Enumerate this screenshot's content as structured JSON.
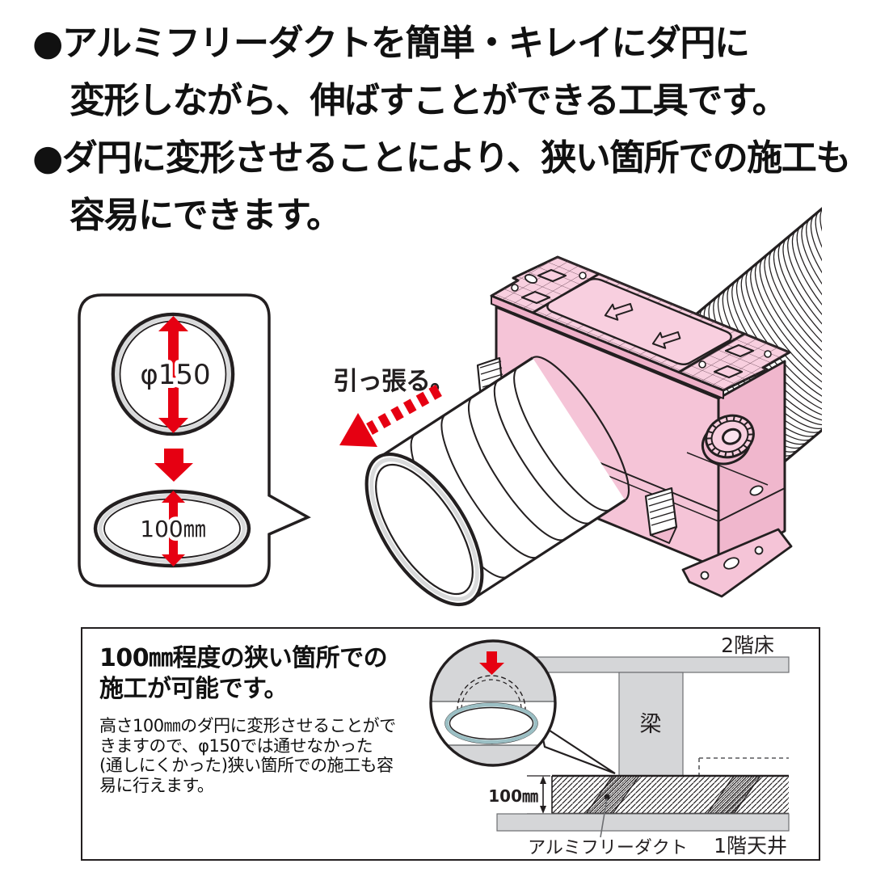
{
  "intro": {
    "bullets": [
      {
        "marker": "●",
        "line1": "アルミフリーダクトを簡単・キレイにダ円に",
        "line2": "変形しながら、伸ばすことができる工具です。"
      },
      {
        "marker": "●",
        "line1": "ダ円に変形させることにより、狭い箇所での施工も",
        "line2": "容易にできます。"
      }
    ]
  },
  "bubble": {
    "circle_label": "φ150",
    "oval_label": "100㎜"
  },
  "tool": {
    "pull_label": "引っ張る。"
  },
  "info_box": {
    "heading": [
      "100㎜程度の狭い箇所での",
      "施工が可能です。"
    ],
    "body": [
      "高さ100㎜のダ円に変形させることがで",
      "きますので、φ150では通せなかった",
      "(通しにくかった)狭い箇所での施工も容",
      "易に行えます。"
    ],
    "diagram": {
      "floor2": "2階床",
      "beam": "梁",
      "dim": "100㎜",
      "duct": "アルミフリーダクト",
      "ceiling1": "1階天井"
    }
  },
  "colors": {
    "accent_red": "#e60012",
    "tool_pink": "#f8cfdf",
    "tool_pink_side": "#f0b7cd",
    "line": "#231f20",
    "diagram_gray": "#d5d6d8",
    "duct_oval_teal": "#9bbfc4"
  }
}
